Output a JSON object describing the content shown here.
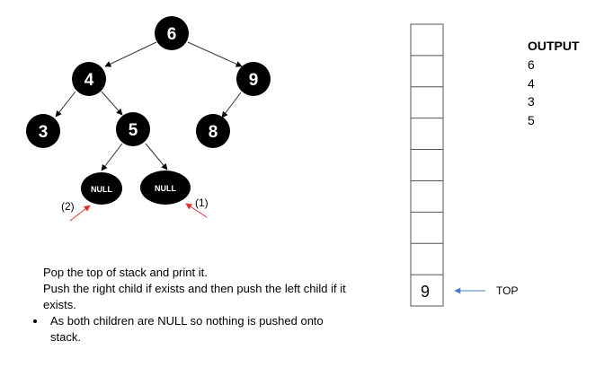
{
  "tree": {
    "nodes": [
      {
        "id": "n6",
        "label": "6"
      },
      {
        "id": "n4",
        "label": "4"
      },
      {
        "id": "n9",
        "label": "9"
      },
      {
        "id": "n3",
        "label": "3"
      },
      {
        "id": "n5",
        "label": "5"
      },
      {
        "id": "n8",
        "label": "8"
      }
    ],
    "null_children": [
      {
        "id": "null-left",
        "label": "NULL",
        "annotation": "(2)"
      },
      {
        "id": "null-right",
        "label": "NULL",
        "annotation": "(1)"
      }
    ],
    "edges": [
      [
        "n6",
        "n4"
      ],
      [
        "n6",
        "n9"
      ],
      [
        "n4",
        "n3"
      ],
      [
        "n4",
        "n5"
      ],
      [
        "n9",
        "n8"
      ],
      [
        "n5",
        "null-left"
      ],
      [
        "n5",
        "null-right"
      ]
    ],
    "node_fill": "#000000",
    "node_text_color": "#ffffff",
    "annotation_arrow_color": "#e03030"
  },
  "stack": {
    "capacity": 9,
    "items": [
      "9"
    ],
    "top_label": "TOP",
    "pointer_arrow_color": "#4a7fc1"
  },
  "output": {
    "title": "OUTPUT",
    "items": [
      "6",
      "4",
      "3",
      "5"
    ]
  },
  "notes": {
    "line1": "Pop the top of stack and print it.",
    "line2": "Push the right child if exists and then push the left child if it exists.",
    "bullet": "As both children are NULL so nothing is pushed onto stack."
  }
}
